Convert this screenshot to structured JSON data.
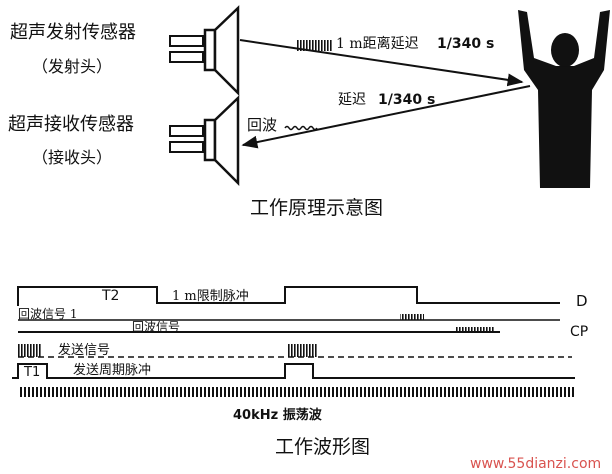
{
  "diagram": {
    "transmitter_label": "超声发射传感器",
    "transmitter_sub": "（发射头）",
    "receiver_label": "超声接收传感器",
    "receiver_sub": "（接收头）",
    "outgoing_label": "1 m距离延迟",
    "outgoing_time": "1/340 s",
    "return_label": "延迟",
    "return_time": "1/340 s",
    "echo_label": "回波",
    "title": "工作原理示意图"
  },
  "waveform": {
    "t2_label": "T2",
    "limit_pulse_label": "1 m限制脉冲",
    "d_label": "D",
    "echo_signal_1": "回波信号 1",
    "echo_signal": "回波信号",
    "cp_label": "CP",
    "send_signal": "发送信号",
    "t1_label": "T1",
    "send_period_pulse": "发送周期脉冲",
    "osc_label": "40kHz  振荡波",
    "title": "工作波形图"
  },
  "watermark": "www.55dianzi.com",
  "colors": {
    "ink": "#111111",
    "watermark": "#d9534f",
    "background": "#ffffff"
  }
}
